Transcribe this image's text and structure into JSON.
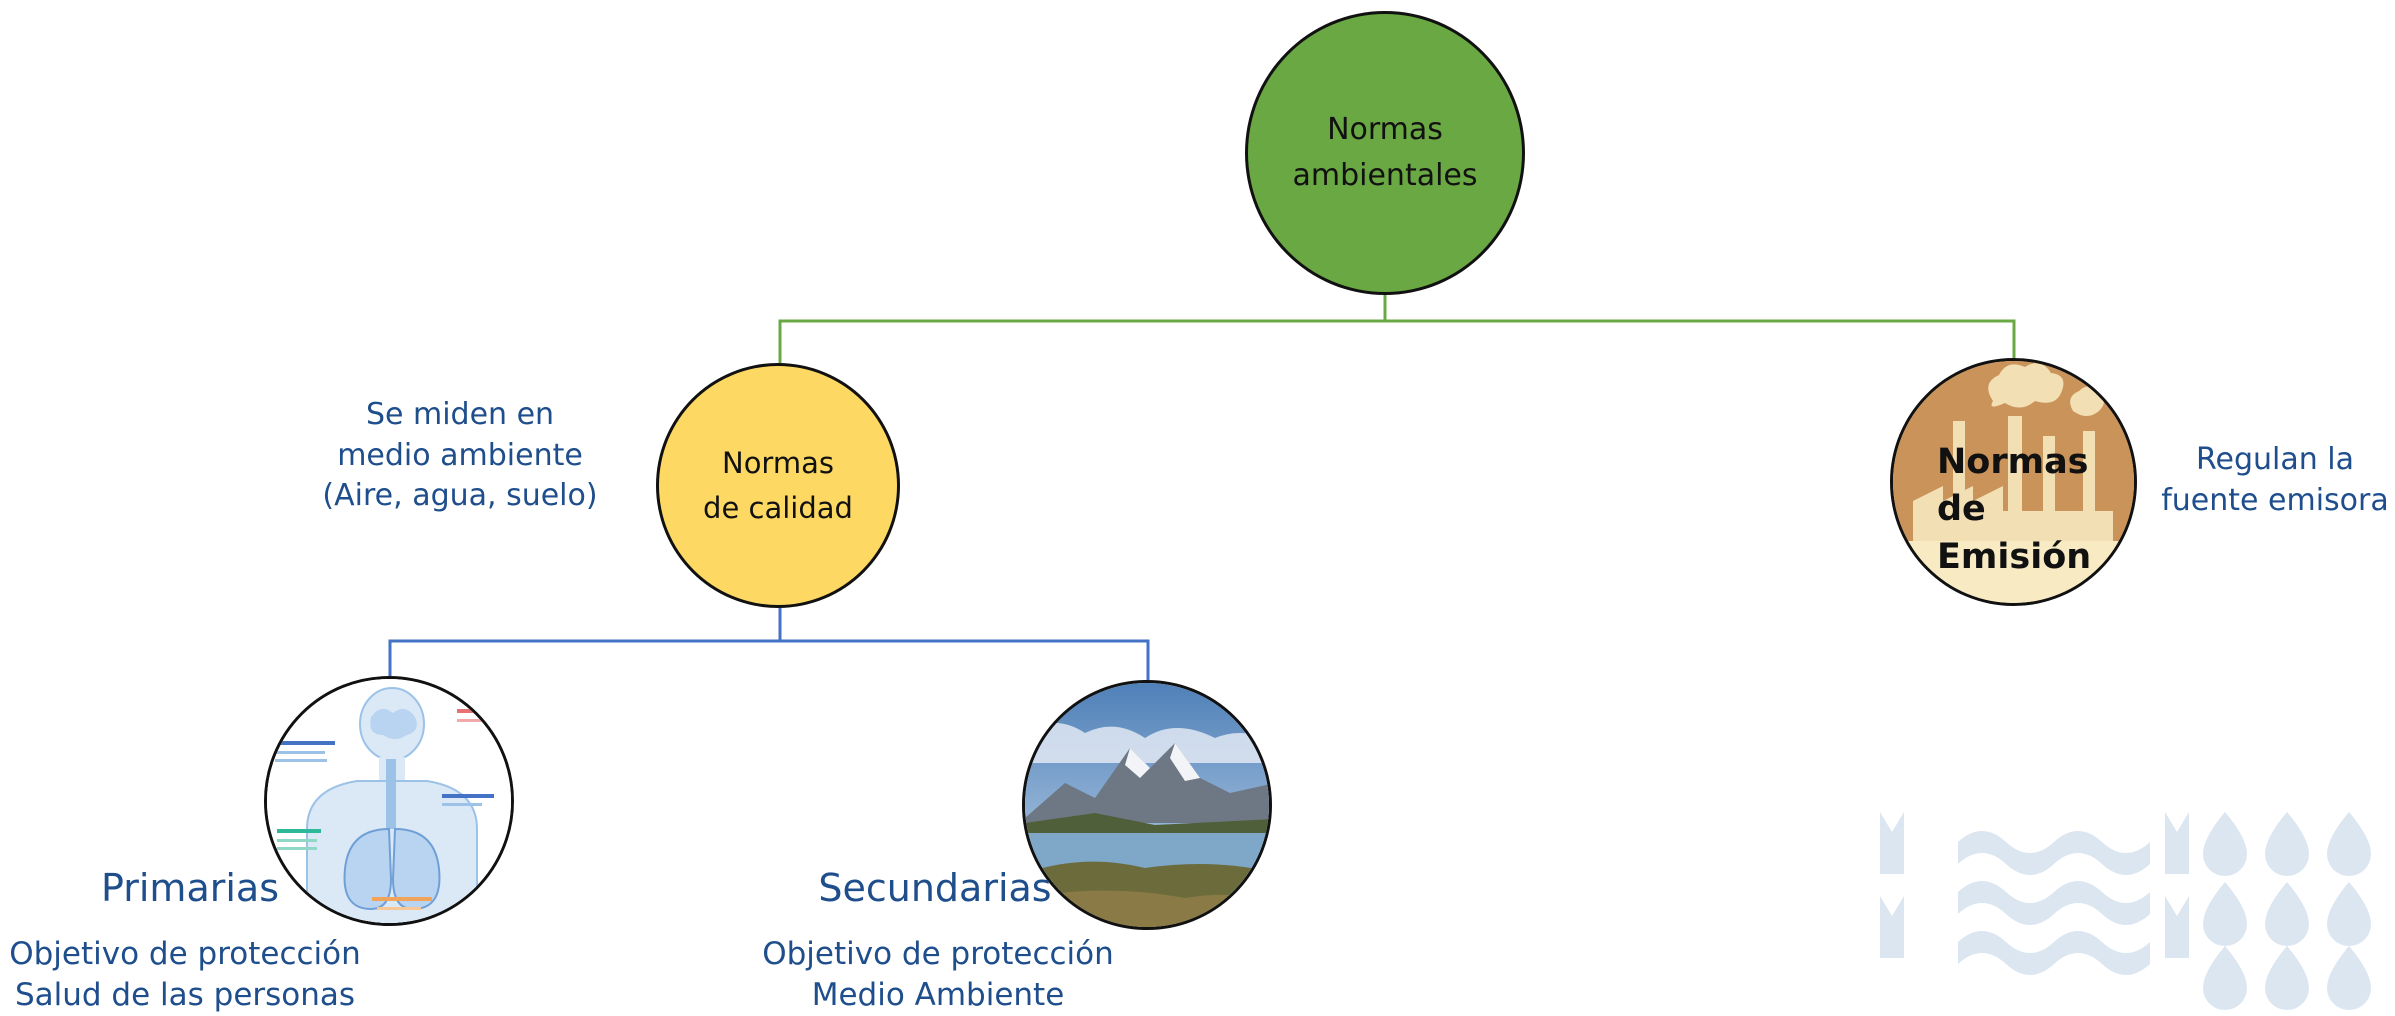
{
  "diagram": {
    "root": {
      "label": "Normas\nambientales",
      "color": "#6aa843"
    },
    "quality": {
      "label": "Normas\nde calidad",
      "color": "#fdd964",
      "annotation": "Se miden en\nmedio ambiente\n(Aire, agua, suelo)"
    },
    "emission": {
      "label": "Normas de\nEmisión",
      "color": "#c9935a",
      "annotation": "Regulan la\nfuente emisora",
      "image": "factory-smokestack-illustration"
    },
    "primary": {
      "title": "Primarias",
      "description": "Objetivo de protección\nSalud de las personas",
      "image": "human-respiratory-system-illustration"
    },
    "secondary": {
      "title": "Secundarias",
      "description": "Objetivo de protección\nMedio Ambiente",
      "image": "mountain-lake-landscape-photo"
    },
    "colors": {
      "root_connector": "#6aa843",
      "quality_connector": "#4472c4",
      "annotation_text": "#1f4e8c",
      "watermark": "#dce6f1"
    }
  }
}
